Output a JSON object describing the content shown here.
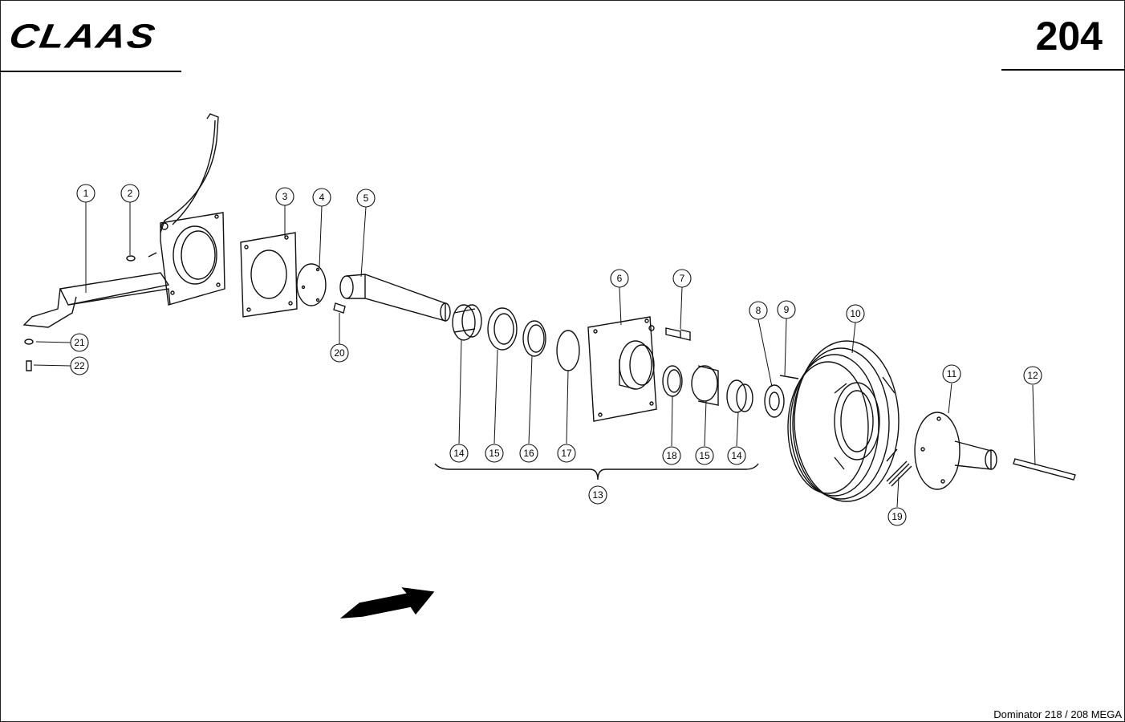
{
  "header": {
    "brand": "CLAAS",
    "page_number": "204"
  },
  "footer": {
    "model": "Dominator 218 / 208 MEGA"
  },
  "callouts": {
    "c1": "1",
    "c2": "2",
    "c3": "3",
    "c4": "4",
    "c5": "5",
    "c6": "6",
    "c7": "7",
    "c8": "8",
    "c9": "9",
    "c10": "10",
    "c11": "11",
    "c12": "12",
    "c13": "13",
    "c14a": "14",
    "c15a": "15",
    "c16": "16",
    "c17": "17",
    "c18": "18",
    "c15b": "15",
    "c14b": "14",
    "c19": "19",
    "c20": "20",
    "c21": "21",
    "c22": "22"
  }
}
